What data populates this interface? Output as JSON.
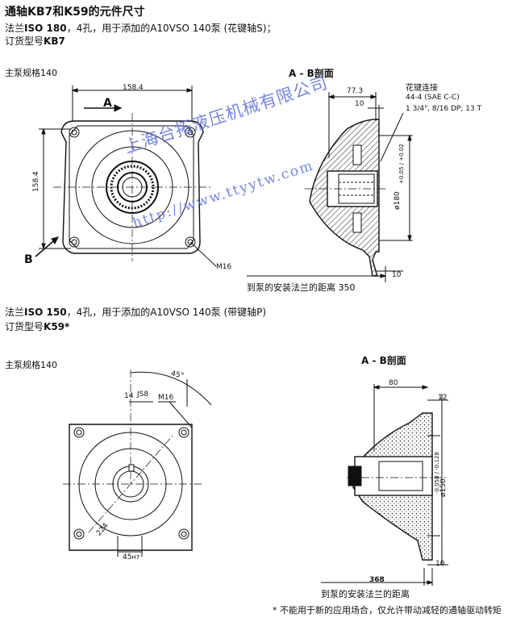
{
  "title": "通轴KB7和K59的元件尺寸",
  "kb7": {
    "flange_prefix": "法兰",
    "flange_bold": "ISO 180",
    "flange_rest": "，4孔，用于添加的A10VSO 140泵 (花键轴S)；",
    "order_prefix": "订货型号",
    "order_code": "KB7",
    "pump_size": "主泵规格140",
    "section_label": "A - B剖面",
    "spline_title": "花键连接",
    "spline_std": "44-4 (SAE C-C)",
    "spline_spec": "1 3/4\", 8/16 DP; 13 T",
    "dim_158_top": "158.4",
    "dim_158_side": "158.4",
    "dim_773": "77.3",
    "dim_10a": "10",
    "dim_10b": "10",
    "dim_dia180": "ø180",
    "dim_tol": "+0.05 / +0.02",
    "bolt": "M16",
    "label_A": "A",
    "label_B": "B",
    "distance": "到泵的安装法兰的距离 350"
  },
  "k59": {
    "flange_prefix": "法兰",
    "flange_bold": "ISO 150",
    "flange_rest": "，4孔，用于添加的A10VSO 140泵 (带键轴P)",
    "order_prefix": "订货型号",
    "order_code": "K59*",
    "pump_size": "主泵规格140",
    "section_label": "A - B剖面",
    "dim_45deg": "45°",
    "dim_14": "14",
    "dim_js8": "JS8",
    "dim_m16": "M16",
    "dim_80": "80",
    "dim_12": "12",
    "dim_224": "224",
    "dim_45h7": "45",
    "dim_h7": "H7",
    "dim_dia150": "ø150",
    "dim_tol": "-0.058 / -0.128",
    "dim_10": "10",
    "dim_368": "368",
    "distance": "到泵的安装法兰的距离"
  },
  "watermark": {
    "company": "上海台拓液压机械有限公司",
    "url": "http://www.ttyytw.com"
  },
  "footnote": "* 不能用于新的应用场合，仅允许带动减轻的通轴驱动转矩"
}
